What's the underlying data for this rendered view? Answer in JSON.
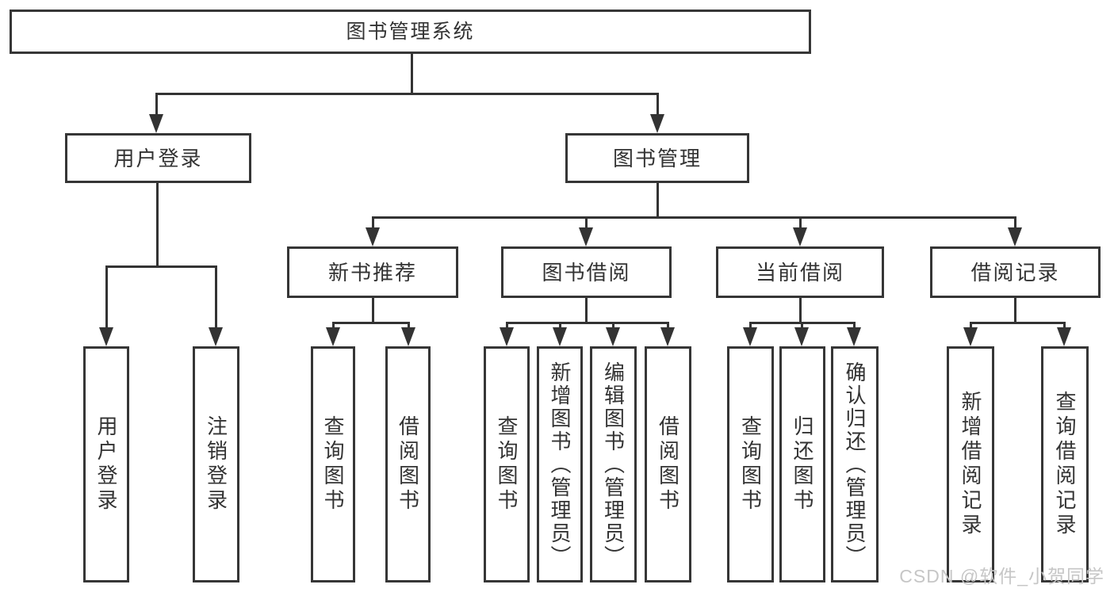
{
  "diagram_title": "图书管理系统",
  "tree": {
    "label": "图书管理系统",
    "children": [
      {
        "label": "用户登录",
        "children": [
          {
            "label": "用户登录"
          },
          {
            "label": "注销登录"
          }
        ]
      },
      {
        "label": "图书管理",
        "children": [
          {
            "label": "新书推荐",
            "children": [
              {
                "label": "查询图书"
              },
              {
                "label": "借阅图书"
              }
            ]
          },
          {
            "label": "图书借阅",
            "children": [
              {
                "label": "查询图书"
              },
              {
                "label": "新增图书（管理员）"
              },
              {
                "label": "编辑图书（管理员）"
              },
              {
                "label": "借阅图书"
              }
            ]
          },
          {
            "label": "当前借阅",
            "children": [
              {
                "label": "查询图书"
              },
              {
                "label": "归还图书"
              },
              {
                "label": "确认归还（管理员）"
              }
            ]
          },
          {
            "label": "借阅记录",
            "children": [
              {
                "label": "新增借阅记录"
              },
              {
                "label": "查询借阅记录"
              }
            ]
          }
        ]
      }
    ]
  },
  "watermark": {
    "text": "CSDN @软件_小贺同学"
  },
  "colors": {
    "line": "#333333",
    "box_border": "#363636",
    "box_fill": "#ffffff",
    "text": "#333333",
    "watermark": "#c6c6c6",
    "background": "#ffffff"
  }
}
